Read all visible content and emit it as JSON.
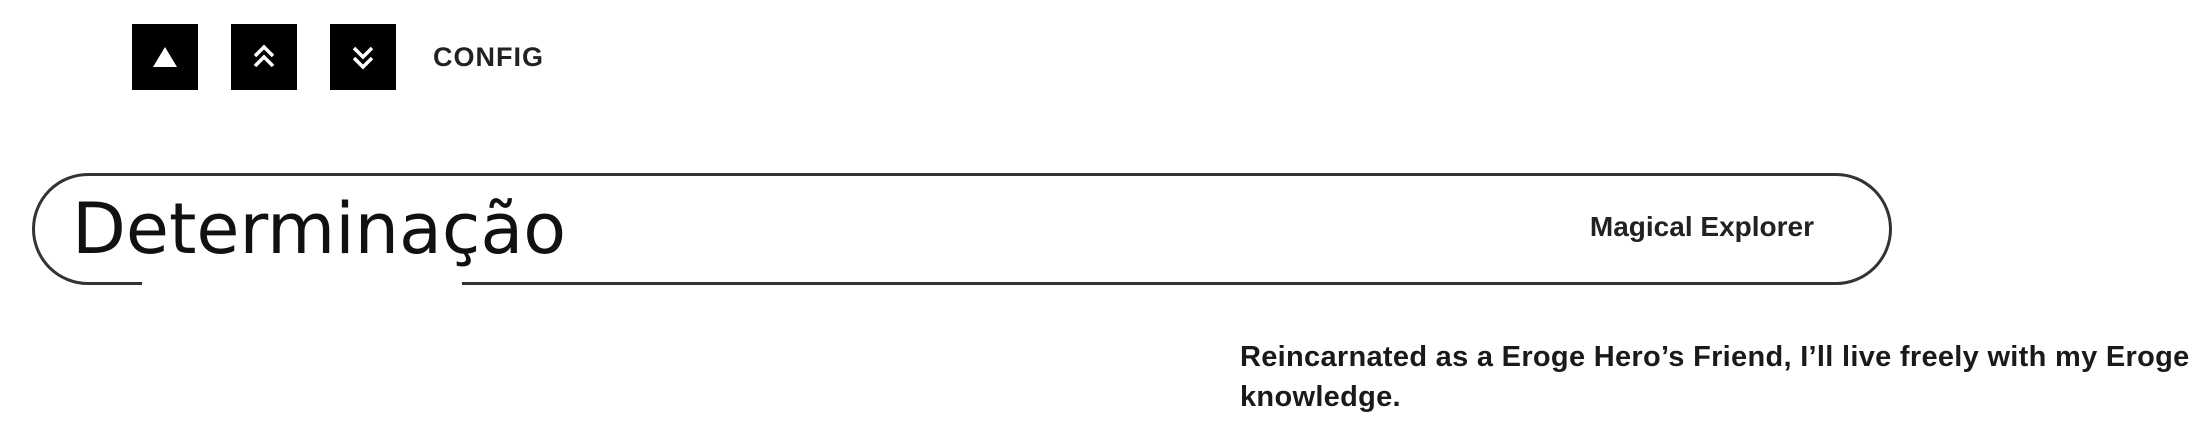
{
  "toolbar": {
    "buttons": [
      {
        "icon": "triangle-up-icon"
      },
      {
        "icon": "double-chevron-up-icon"
      },
      {
        "icon": "double-chevron-down-icon"
      }
    ],
    "config_label": "CONFIG"
  },
  "header": {
    "title": "Determinação",
    "subtitle": "Magical Explorer"
  },
  "description": {
    "text": "Reincarnated as a Eroge Hero’s Friend, I’ll live freely with my Eroge knowledge."
  },
  "colors": {
    "button_bg": "#000000",
    "icon_fg": "#ffffff",
    "text": "#111111",
    "outline": "#333333"
  }
}
